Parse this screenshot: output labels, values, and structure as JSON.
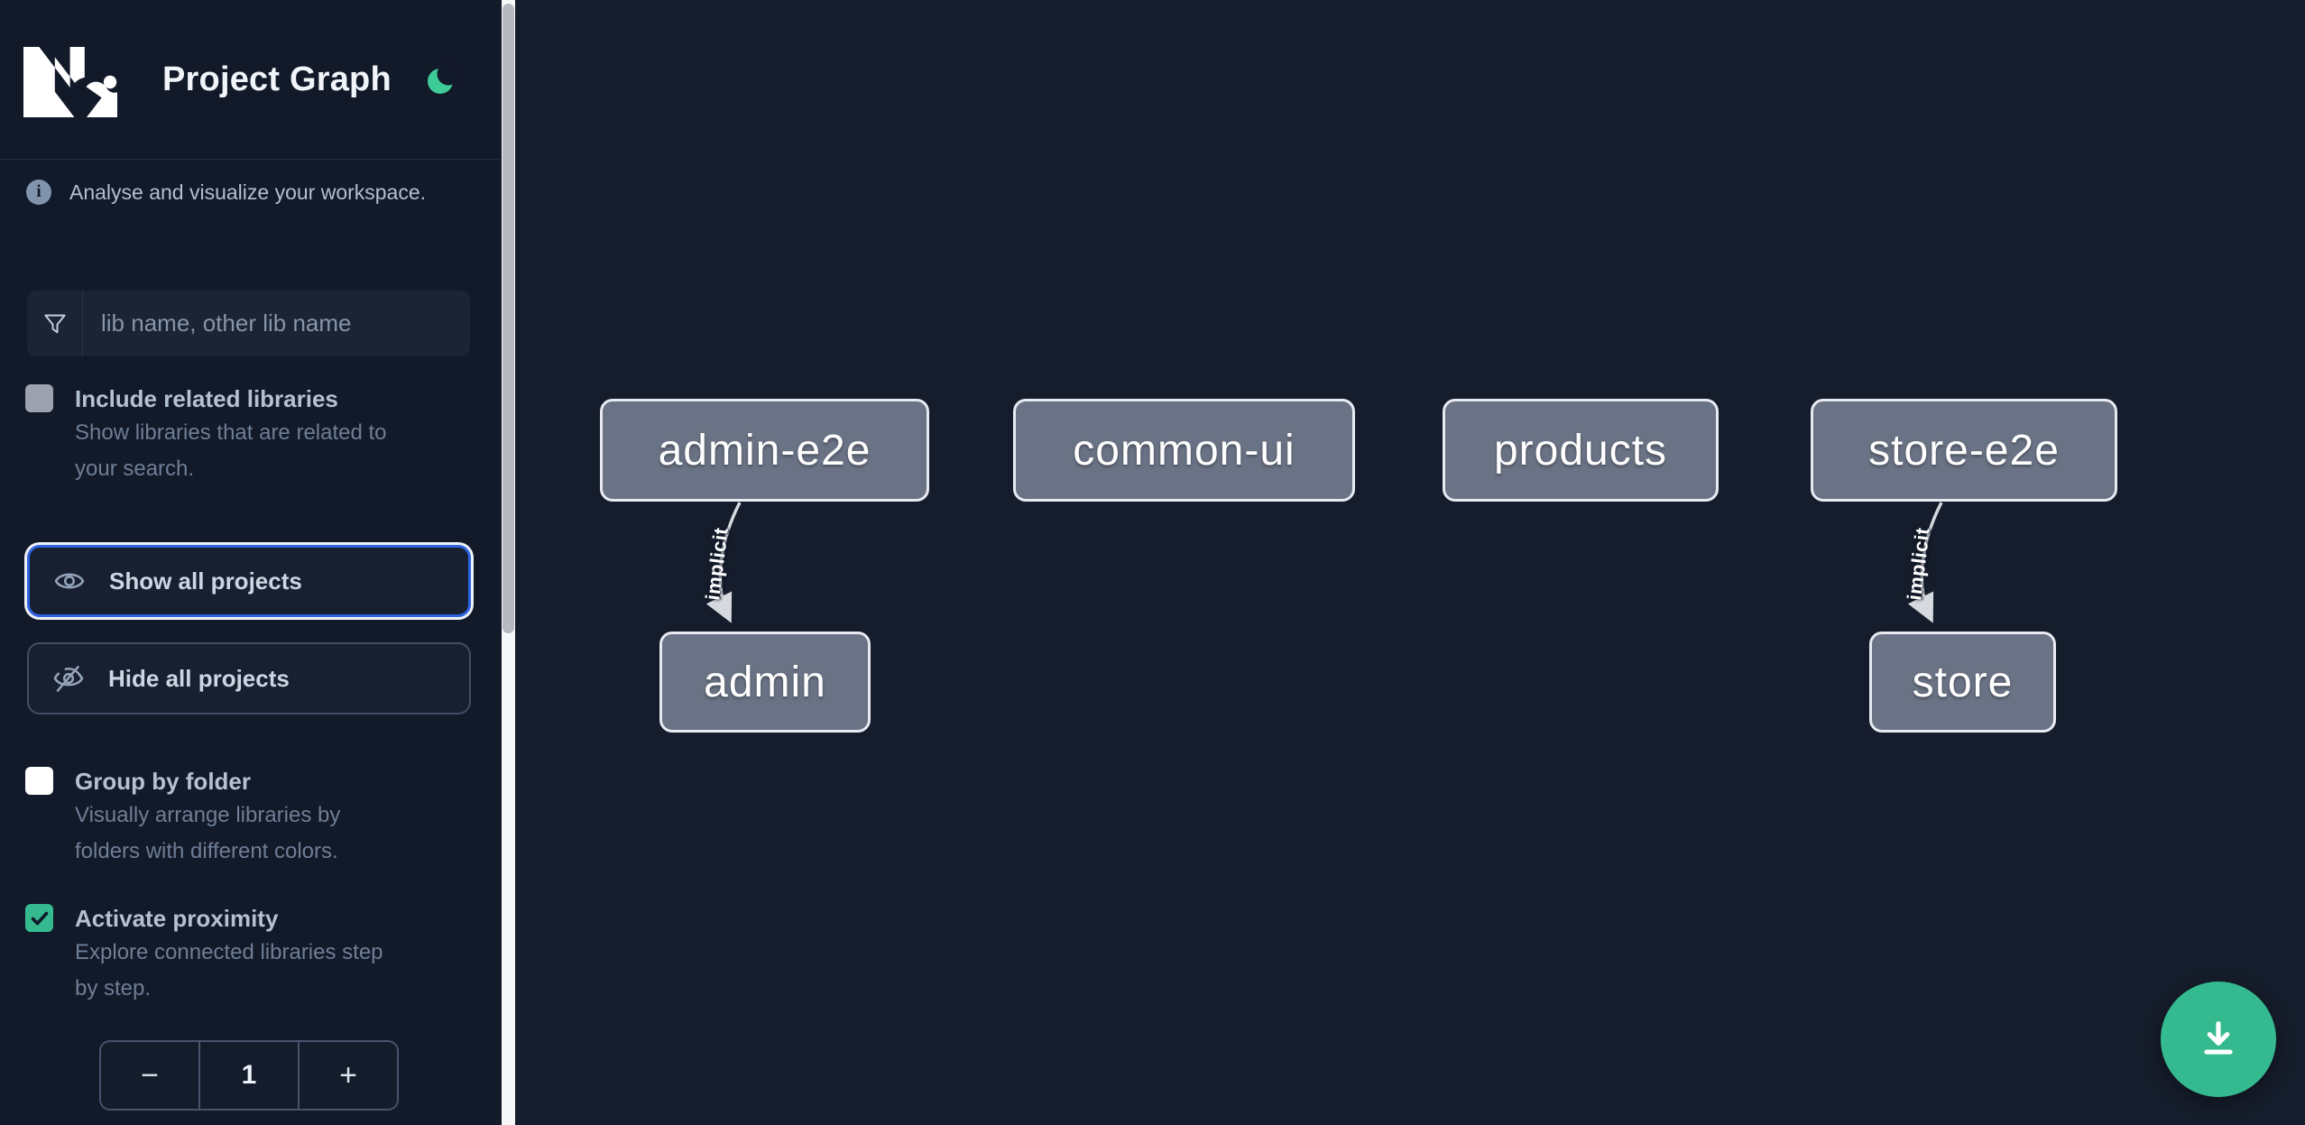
{
  "header": {
    "logo": "Nx",
    "title": "Project Graph",
    "theme_toggle_icon": "moon"
  },
  "sidebar": {
    "info_text": "Analyse and visualize your workspace.",
    "search_placeholder": "lib name, other lib name",
    "include_related": {
      "label": "Include related libraries",
      "desc_line1": "Show libraries that are related to",
      "desc_line2": "your search.",
      "checked": false
    },
    "show_all_label": "Show all projects",
    "hide_all_label": "Hide all projects",
    "group_by_folder": {
      "label": "Group by folder",
      "desc_line1": "Visually arrange libraries by",
      "desc_line2": "folders with different colors.",
      "checked": false
    },
    "proximity": {
      "label": "Activate proximity",
      "desc_line1": "Explore connected libraries step",
      "desc_line2": "by step.",
      "checked": true
    },
    "stepper": {
      "decrement": "−",
      "value": "1",
      "increment": "+"
    }
  },
  "graph": {
    "nodes": [
      {
        "id": "admin-e2e",
        "label": "admin-e2e"
      },
      {
        "id": "common-ui",
        "label": "common-ui"
      },
      {
        "id": "products",
        "label": "products"
      },
      {
        "id": "store-e2e",
        "label": "store-e2e"
      },
      {
        "id": "admin",
        "label": "admin"
      },
      {
        "id": "store",
        "label": "store"
      }
    ],
    "edges": [
      {
        "source": "admin-e2e",
        "target": "admin",
        "label": "implicit",
        "type": "implicit"
      },
      {
        "source": "store-e2e",
        "target": "store",
        "label": "implicit",
        "type": "implicit"
      }
    ]
  },
  "fab": {
    "icon": "download"
  },
  "colors": {
    "accent_green": "#35ba8f",
    "focus_blue": "#2f63e1",
    "node_fill": "#6a7385",
    "sidebar_bg": "#121929",
    "graph_bg": "#151c2b"
  }
}
